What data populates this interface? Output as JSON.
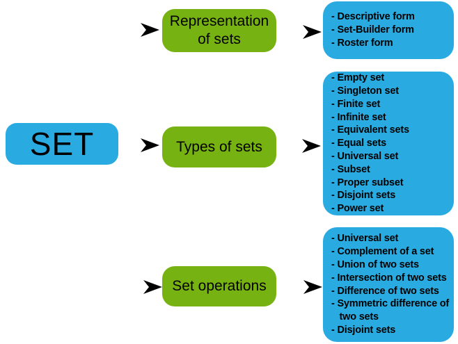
{
  "colors": {
    "blue": "#29ABE2",
    "green": "#77B213",
    "arrow": "#000000",
    "text": "#000000",
    "bg": "#ffffff"
  },
  "icons": {
    "arrow": "right-arrowhead"
  },
  "root": {
    "label": "SET"
  },
  "branches": [
    {
      "label": "Representation of sets",
      "items": [
        "- Descriptive form",
        "- Set-Builder form",
        "- Roster form"
      ]
    },
    {
      "label": "Types of sets",
      "items": [
        "- Empty set",
        "- Singleton set",
        "- Finite set",
        "- Infinite set",
        "- Equivalent sets",
        "- Equal sets",
        "- Universal set",
        "- Subset",
        "- Proper subset",
        "- Disjoint sets",
        "- Power set"
      ]
    },
    {
      "label": "Set operations",
      "items": [
        "- Universal set",
        "- Complement of a set",
        "- Union of two sets",
        "- Intersection of two sets",
        "- Difference of two sets",
        "- Symmetric difference of\n   two sets",
        "- Disjoint sets"
      ]
    }
  ]
}
